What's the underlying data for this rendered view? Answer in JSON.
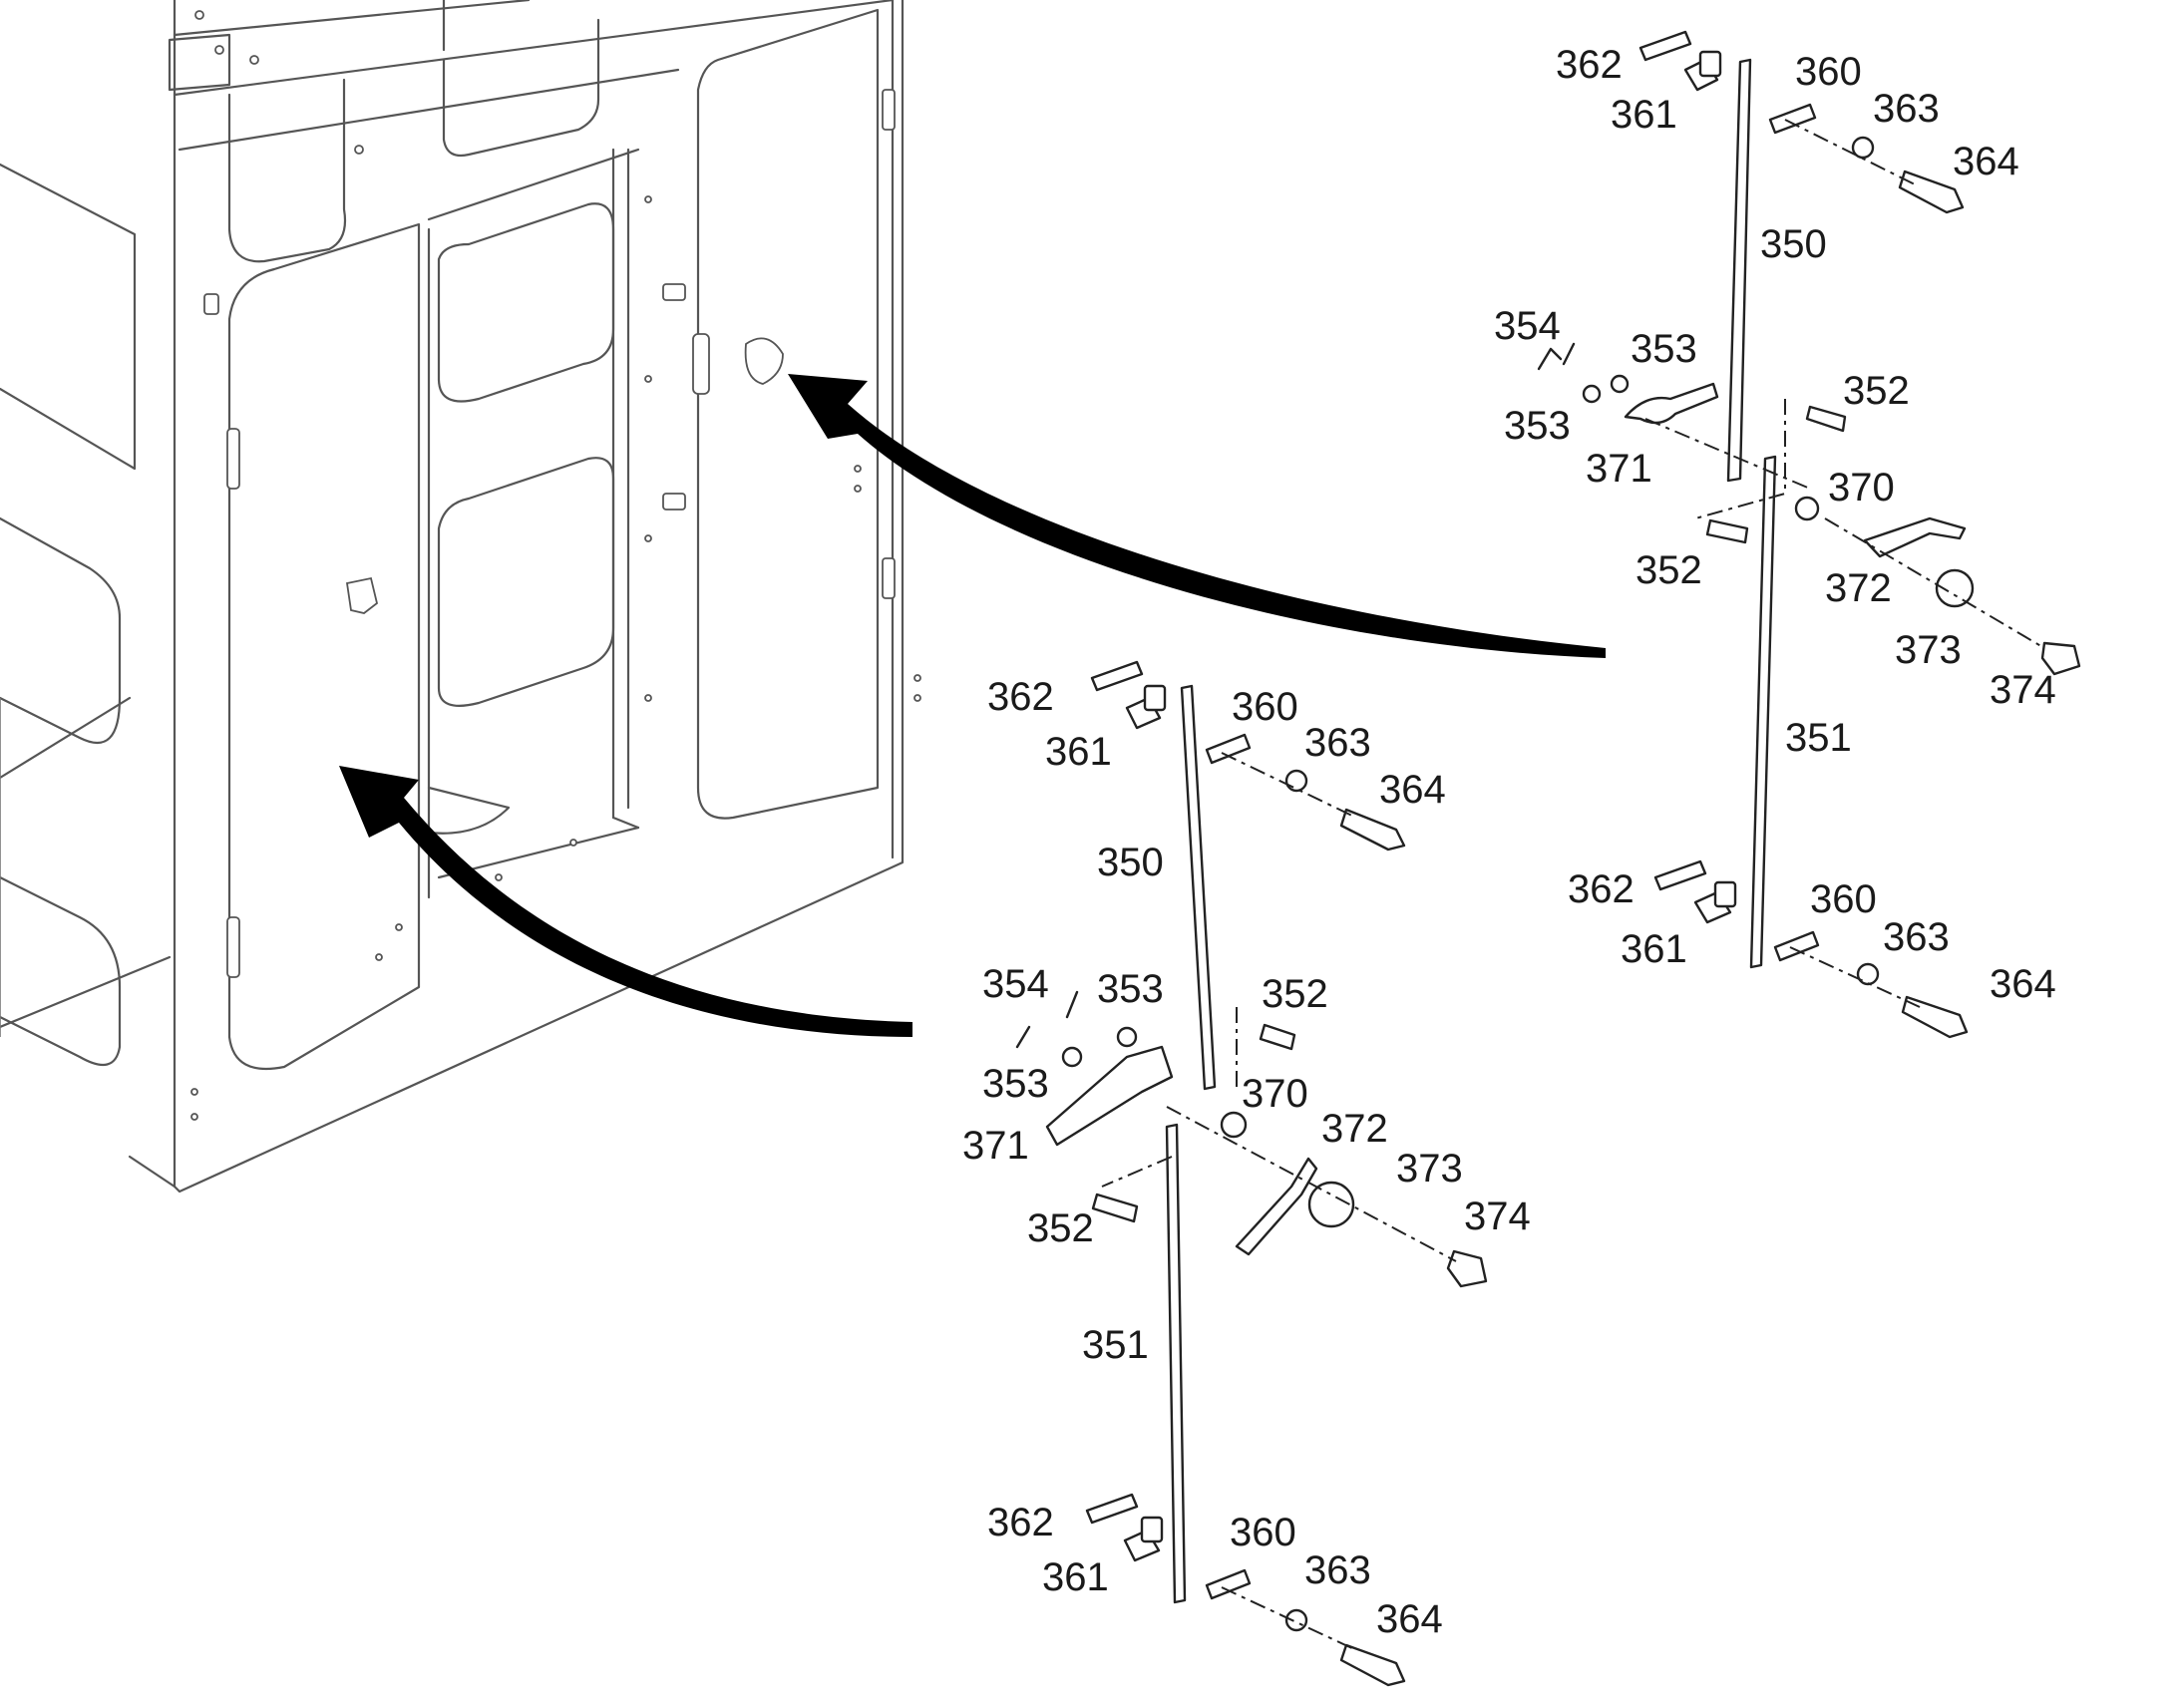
{
  "callouts_upper_right": [
    {
      "id": "u362a",
      "text": "362"
    },
    {
      "id": "u361a",
      "text": "361"
    },
    {
      "id": "u360a",
      "text": "360"
    },
    {
      "id": "u363a",
      "text": "363"
    },
    {
      "id": "u364a",
      "text": "364"
    },
    {
      "id": "u350",
      "text": "350"
    },
    {
      "id": "u354",
      "text": "354"
    },
    {
      "id": "u353a",
      "text": "353"
    },
    {
      "id": "u352a",
      "text": "352"
    },
    {
      "id": "u353b",
      "text": "353"
    },
    {
      "id": "u371",
      "text": "371"
    },
    {
      "id": "u370",
      "text": "370"
    },
    {
      "id": "u352b",
      "text": "352"
    },
    {
      "id": "u372",
      "text": "372"
    },
    {
      "id": "u373",
      "text": "373"
    },
    {
      "id": "u374",
      "text": "374"
    },
    {
      "id": "u351",
      "text": "351"
    },
    {
      "id": "u362b",
      "text": "362"
    },
    {
      "id": "u360b",
      "text": "360"
    },
    {
      "id": "u363b",
      "text": "363"
    },
    {
      "id": "u361b",
      "text": "361"
    },
    {
      "id": "u364b",
      "text": "364"
    }
  ],
  "callouts_lower_center": [
    {
      "id": "l362a",
      "text": "362"
    },
    {
      "id": "l360a",
      "text": "360"
    },
    {
      "id": "l361a",
      "text": "361"
    },
    {
      "id": "l363a",
      "text": "363"
    },
    {
      "id": "l364a",
      "text": "364"
    },
    {
      "id": "l350",
      "text": "350"
    },
    {
      "id": "l354",
      "text": "354"
    },
    {
      "id": "l353a",
      "text": "353"
    },
    {
      "id": "l352a",
      "text": "352"
    },
    {
      "id": "l353b",
      "text": "353"
    },
    {
      "id": "l370",
      "text": "370"
    },
    {
      "id": "l371",
      "text": "371"
    },
    {
      "id": "l372",
      "text": "372"
    },
    {
      "id": "l373",
      "text": "373"
    },
    {
      "id": "l352b",
      "text": "352"
    },
    {
      "id": "l374",
      "text": "374"
    },
    {
      "id": "l351",
      "text": "351"
    },
    {
      "id": "l362b",
      "text": "362"
    },
    {
      "id": "l360b",
      "text": "360"
    },
    {
      "id": "l361b",
      "text": "361"
    },
    {
      "id": "l363b",
      "text": "363"
    },
    {
      "id": "l364b",
      "text": "364"
    }
  ]
}
